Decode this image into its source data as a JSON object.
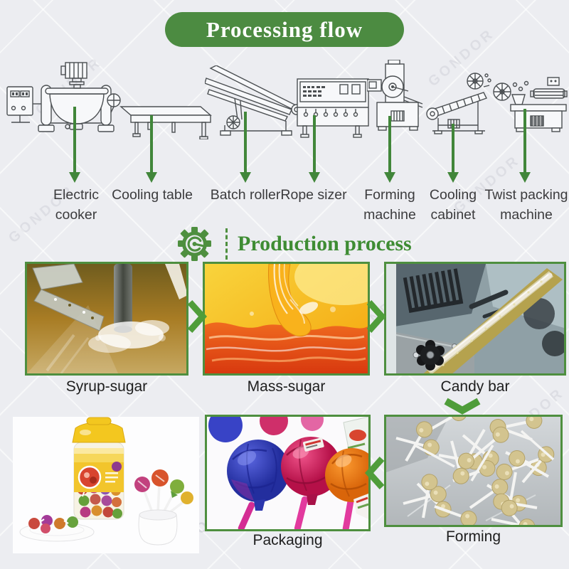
{
  "banner": {
    "title": "Processing flow"
  },
  "colors": {
    "background": "#ECEDF1",
    "banner_green": "#4C8B41",
    "arrow_green": "#41863A",
    "heading_green": "#3E8C33",
    "photo_border_green": "#4E8F3F",
    "chevron_green": "#4F9D3A",
    "label_text": "#3B3B3D"
  },
  "flow_machines": [
    {
      "name": "electric-cooker",
      "label": "Electric cooker"
    },
    {
      "name": "cooling-table",
      "label": "Cooling table"
    },
    {
      "name": "batch-roller",
      "label": "Batch roller"
    },
    {
      "name": "rope-sizer",
      "label": "Rope sizer"
    },
    {
      "name": "forming-machine",
      "label": "Forming machine"
    },
    {
      "name": "cooling-cabinet",
      "label": "Cooling cabinet"
    },
    {
      "name": "twist-packing-machine",
      "label": "Twist packing machine"
    }
  ],
  "production": {
    "heading": "Production process",
    "icon": "gear-gauge-icon"
  },
  "process_steps": [
    {
      "caption": "Syrup-sugar"
    },
    {
      "caption": "Mass-sugar"
    },
    {
      "caption": "Candy bar"
    },
    {
      "caption": "Forming"
    },
    {
      "caption": "Packaging"
    }
  ],
  "watermark": {
    "text": "GONDOR"
  }
}
